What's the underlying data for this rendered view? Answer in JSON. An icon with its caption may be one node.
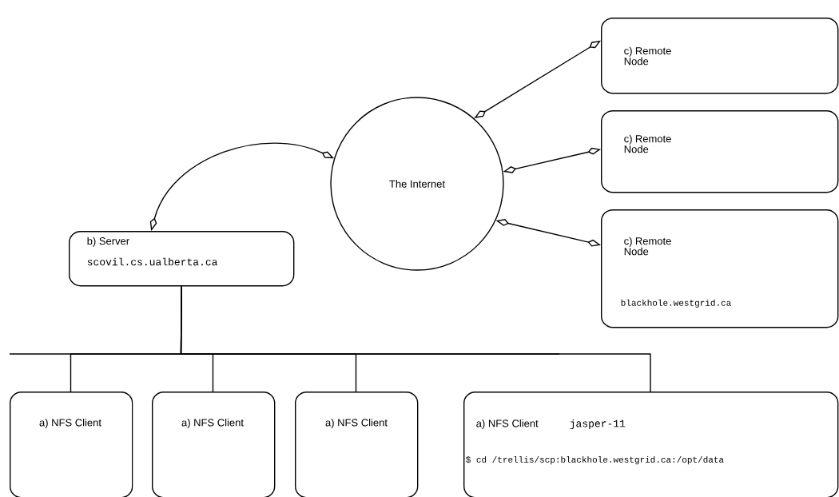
{
  "diagram": {
    "nodes": [
      {
        "text": [
          "The Internet"
        ]
      },
      {
        "text": [
          "b) Server",
          "scovil.cs.ualberta.ca"
        ]
      },
      {
        "text": [
          "c) Remote Node"
        ]
      },
      {
        "text": [
          "c) Remote Node"
        ]
      },
      {
        "text": [
          "c) Remote Node",
          "blackhole.westgrid.ca"
        ]
      },
      {
        "text": [
          "a) NFS Client"
        ]
      },
      {
        "text": [
          "a) NFS Client"
        ]
      },
      {
        "text": [
          "a) NFS Client"
        ]
      },
      {
        "text": [
          "a) NFS Client",
          "jasper-11",
          "$ cd /trellis/scp:blackhole.westgrid.ca:/opt/data"
        ]
      }
    ],
    "edges": [
      {
        "from": 0,
        "to": 1,
        "arrow": "both"
      },
      {
        "from": 0,
        "to": 2,
        "arrow": "both"
      },
      {
        "from": 0,
        "to": 3,
        "arrow": "both"
      },
      {
        "from": 0,
        "to": 4,
        "arrow": "both"
      },
      {
        "from": 1,
        "to": 5,
        "arrow": "none"
      },
      {
        "from": 1,
        "to": 6,
        "arrow": "none"
      },
      {
        "from": 1,
        "to": 7,
        "arrow": "none"
      },
      {
        "from": 1,
        "to": 8,
        "arrow": "none"
      }
    ]
  }
}
